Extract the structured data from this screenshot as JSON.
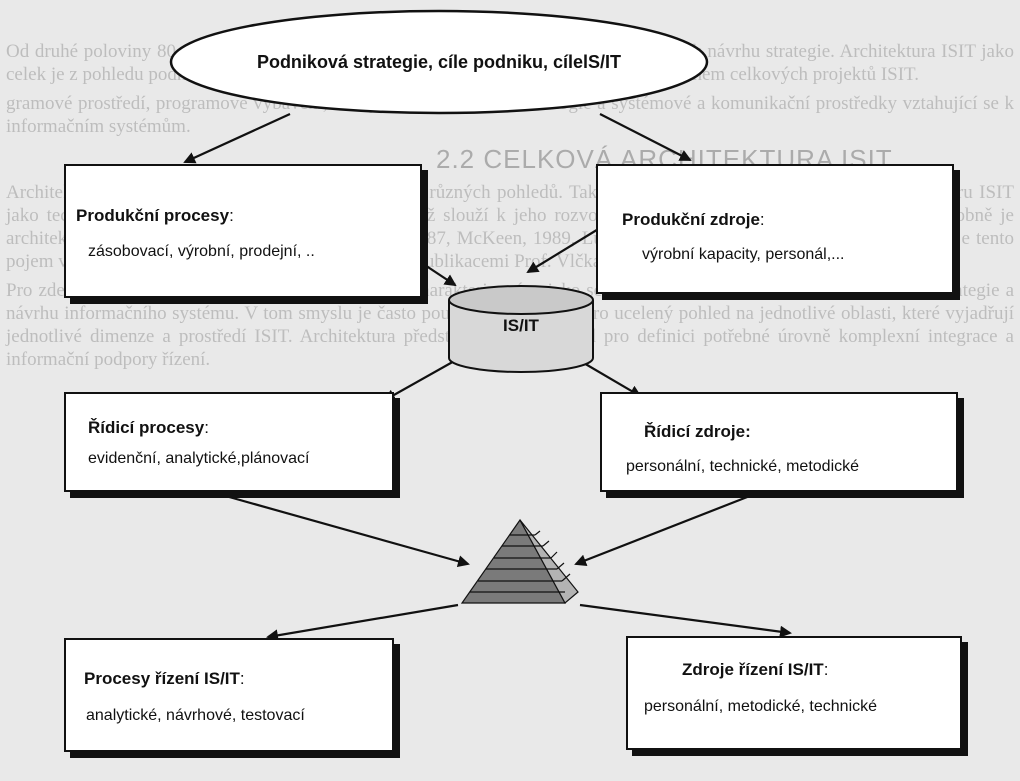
{
  "background_text": {
    "paragraphs": [
      "Od druhé poloviny 80. let se celková architektura ISIT definuje jako rámec, který slouží k návrhu strategie. Architektura ISIT jako celek je z pohledu podniku vymezena v souvislosti s tvorbou informačních strategií a návrhem celkových projektů ISIT.",
      "gramové prostředí, programové vybavení, vazby na integrované technologie a systémové a komunikační prostředky vztahující se k informačním systémům."
    ],
    "heading": "2.2 CELKOVÁ ARCHITEKTURA ISIT",
    "paragraphs2": [
      "Architektura ISIT je definována různými způsoby a z různých pohledů. Tak např. Michael Earl (1989) definuje architekturu ISIT jako technologický systém organizace a podniku, jenž slouží k jeho rozvoji a zajišťuje informační a řídicí služby. Obdobně je architektura popsána v dalších publikacích (Simon, 1987, McKeen, 1989, Lucas, 1988 aj.). V českém odborném prostředí je tento pojem vymezen v architektuře informačního systému publikacemi Prof. Vlčka, Voříška (Voříšek, 2000).",
      "Pro zde uvedené pojetí je celková architektura ISIT charakterizována jako schéma zobrazující hlavní složky podnikové strategie a návrhu informačního systému. V tom smyslu je často používána modelace pro ucelený pohled na jednotlivé oblasti, které vyjadřují jednotlivé dimenze a prostředí ISIT. Architektura představuje výchozí bod pro definici potřebné úrovně komplexní integrace a informační podpory řízení."
    ]
  },
  "strategy": {
    "label": "Podniková strategie, cíle podniku, cílelS/IT"
  },
  "center": {
    "label": "IS/IT"
  },
  "boxes": {
    "produkcni_procesy": {
      "title": "Produkční procesy",
      "colon": ":",
      "desc": "zásobovací, výrobní, prodejní, .."
    },
    "produkcni_zdroje": {
      "title": "Produkční zdroje",
      "colon": ":",
      "desc": "výrobní kapacity, personál,..."
    },
    "ridici_procesy": {
      "title": "Řídicí procesy",
      "colon": ":",
      "desc": "evidenční, analytické,plánovací"
    },
    "ridici_zdroje": {
      "title": "Řídicí zdroje:",
      "colon": "",
      "desc": "personální, technické, metodické"
    },
    "procesy_rizeni": {
      "title": "Procesy řízení IS/IT",
      "colon": ":",
      "desc": "analytické, návrhové, testovací"
    },
    "zdroje_rizeni": {
      "title": "Zdroje řízení IS/IT",
      "colon": ":",
      "desc": "personální, metodické, technické"
    }
  }
}
